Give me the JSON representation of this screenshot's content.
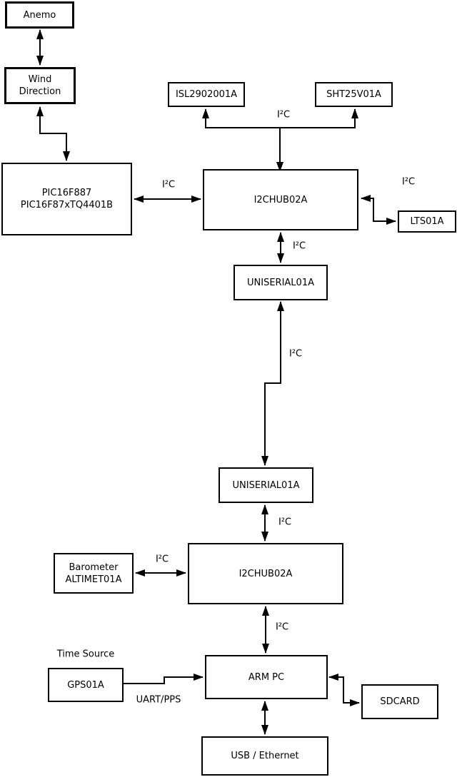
{
  "diagram": {
    "background_color": "#ffffff",
    "line_color": "#000000",
    "box_fill_color": "#ffffff",
    "boxes": {
      "anemo": {
        "label": "Anemo"
      },
      "wind_direction": {
        "line1": "Wind",
        "line2": "Direction"
      },
      "pic": {
        "line1": "PIC16F887",
        "line2": "PIC16F87xTQ4401B"
      },
      "isl": {
        "label": "ISL2902001A"
      },
      "sht": {
        "label": "SHT25V01A"
      },
      "i2chub_top": {
        "label": "I2CHUB02A"
      },
      "lts": {
        "label": "LTS01A"
      },
      "uniserial_upper": {
        "label": "UNISERIAL01A"
      },
      "uniserial_lower": {
        "label": "UNISERIAL01A"
      },
      "i2chub_bottom": {
        "label": "I2CHUB02A"
      },
      "barometer": {
        "line1": "Barometer",
        "line2": "ALTIMET01A"
      },
      "gps": {
        "label": "GPS01A"
      },
      "arm_pc": {
        "label": "ARM PC"
      },
      "sdcard": {
        "label": "SDCARD"
      },
      "usb_ethernet": {
        "label": "USB / Ethernet"
      }
    },
    "edge_labels": {
      "i2c_sensor_branch": "I²C",
      "i2c_pic_hub": "I²C",
      "i2c_hub_lts": "I²C",
      "i2c_hub_uniserial": "I²C",
      "i2c_uniserial_link": "I²C",
      "i2c_uniserial_hub2": "I²C",
      "i2c_barometer_hub2": "I²C",
      "i2c_hub2_armpc": "I²C",
      "time_source": "Time Source",
      "uart_pps": "UART/PPS"
    }
  }
}
